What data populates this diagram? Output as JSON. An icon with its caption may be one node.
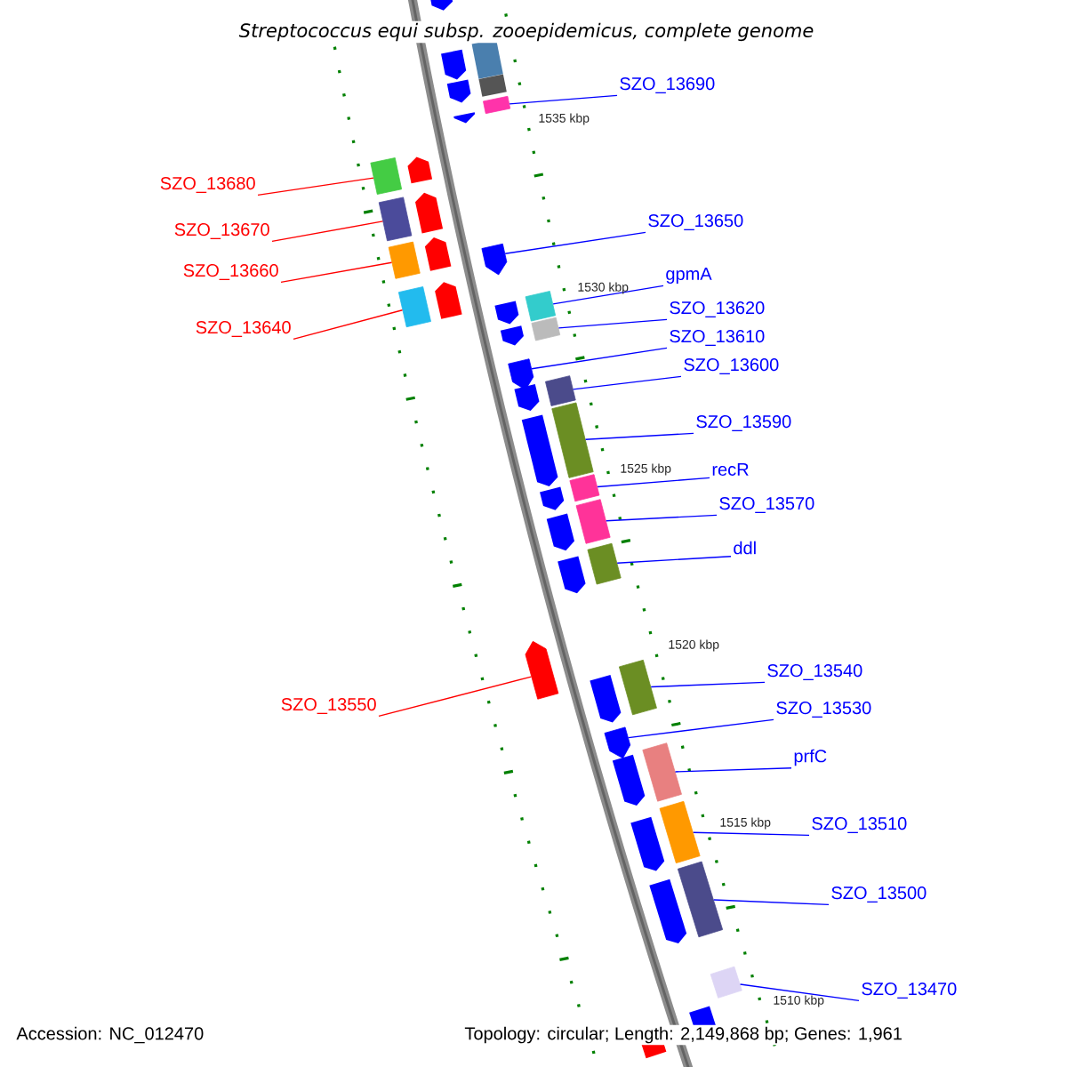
{
  "diagram": {
    "title": "Streptococcus equi subsp. zooepidemicus, complete genome",
    "nodes": [
      {
        "text": [
          "SZO_13690"
        ]
      },
      {
        "text": [],
        "shape": "box"
      },
      {
        "text": [
          "SZO_13680"
        ]
      },
      {
        "text": [],
        "shape": "box"
      },
      {
        "text": [
          "SZO_13670"
        ]
      },
      {
        "text": [],
        "shape": "box"
      },
      {
        "text": [
          "SZO_13650"
        ]
      },
      {
        "text": [],
        "shape": "arrow"
      },
      {
        "text": [
          "SZO_13660"
        ]
      },
      {
        "text": [],
        "shape": "box"
      },
      {
        "text": [
          "SZO_13640"
        ]
      },
      {
        "text": [],
        "shape": "box"
      },
      {
        "text": [
          "gpmA"
        ]
      },
      {
        "text": [],
        "shape": "box"
      },
      {
        "text": [
          "SZO_13620"
        ]
      },
      {
        "text": [],
        "shape": "box"
      },
      {
        "text": [
          "SZO_13610"
        ]
      },
      {
        "text": [],
        "shape": "arrow"
      },
      {
        "text": [
          "SZO_13600"
        ]
      },
      {
        "text": [],
        "shape": "box"
      },
      {
        "text": [
          "SZO_13590"
        ]
      },
      {
        "text": [],
        "shape": "box"
      },
      {
        "text": [
          "recR"
        ]
      },
      {
        "text": [],
        "shape": "box"
      },
      {
        "text": [
          "SZO_13570"
        ]
      },
      {
        "text": [],
        "shape": "box"
      },
      {
        "text": [
          "ddl"
        ]
      },
      {
        "text": [],
        "shape": "box"
      },
      {
        "text": [
          "SZO_13550"
        ]
      },
      {
        "text": [],
        "shape": "arrow"
      },
      {
        "text": [
          "SZO_13540"
        ]
      },
      {
        "text": [],
        "shape": "box"
      },
      {
        "text": [
          "SZO_13530"
        ]
      },
      {
        "text": [],
        "shape": "arrow"
      },
      {
        "text": [
          "prfC"
        ]
      },
      {
        "text": [],
        "shape": "box"
      },
      {
        "text": [
          "SZO_13510"
        ]
      },
      {
        "text": [],
        "shape": "box"
      },
      {
        "text": [
          "SZO_13500"
        ]
      },
      {
        "text": [],
        "shape": "box"
      },
      {
        "text": [
          "SZO_13470"
        ]
      },
      {
        "text": [],
        "shape": "box"
      }
    ],
    "edges": [
      {
        "from": 0,
        "to": 1,
        "arrow": "none"
      },
      {
        "from": 2,
        "to": 3,
        "arrow": "none",
        "color": "#ff0000"
      },
      {
        "from": 4,
        "to": 5,
        "arrow": "none",
        "color": "#ff0000"
      },
      {
        "from": 6,
        "to": 7,
        "arrow": "none"
      },
      {
        "from": 8,
        "to": 9,
        "arrow": "none",
        "color": "#ff0000"
      },
      {
        "from": 10,
        "to": 11,
        "arrow": "none",
        "color": "#ff0000"
      },
      {
        "from": 12,
        "to": 13,
        "arrow": "none"
      },
      {
        "from": 14,
        "to": 15,
        "arrow": "none"
      },
      {
        "from": 16,
        "to": 17,
        "arrow": "none"
      },
      {
        "from": 18,
        "to": 19,
        "arrow": "none"
      },
      {
        "from": 20,
        "to": 21,
        "arrow": "none"
      },
      {
        "from": 22,
        "to": 23,
        "arrow": "none"
      },
      {
        "from": 24,
        "to": 25,
        "arrow": "none"
      },
      {
        "from": 26,
        "to": 27,
        "arrow": "none"
      },
      {
        "from": 28,
        "to": 29,
        "arrow": "none",
        "color": "#ff0000"
      },
      {
        "from": 30,
        "to": 31,
        "arrow": "none"
      },
      {
        "from": 32,
        "to": 33,
        "arrow": "none"
      },
      {
        "from": 34,
        "to": 35,
        "arrow": "none"
      },
      {
        "from": 36,
        "to": 37,
        "arrow": "none"
      },
      {
        "from": 38,
        "to": 39,
        "arrow": "none"
      },
      {
        "from": 40,
        "to": 41,
        "arrow": "none"
      }
    ],
    "labels": [
      "1535 kbp",
      "1530 kbp",
      "1525 kbp",
      "1520 kbp",
      "1515 kbp",
      "1510 kbp",
      "Accession: NC_012470",
      "Topology: circular; Length: 2,149,868 bp; Genes: 1,961"
    ]
  }
}
